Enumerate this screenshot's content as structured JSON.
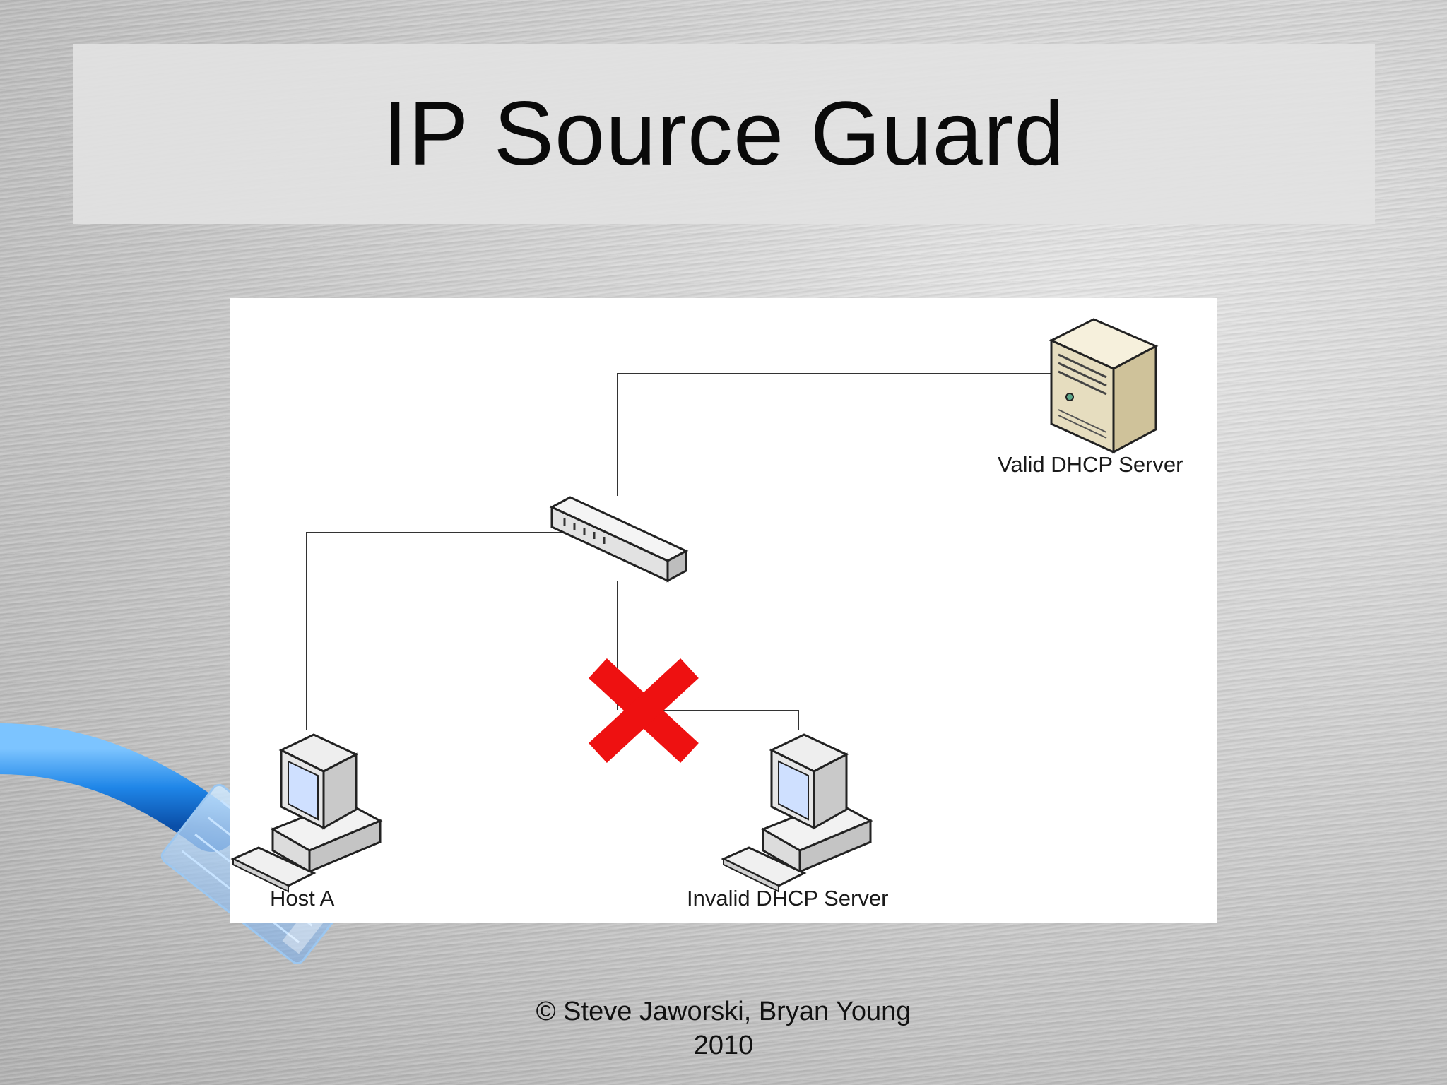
{
  "slide": {
    "title": "IP Source Guard",
    "footer_line1": "© Steve Jaworski, Bryan Young",
    "footer_line2": "2010"
  },
  "diagram": {
    "nodes": [
      {
        "id": "valid-dhcp-server",
        "label": "Valid DHCP Server",
        "icon": "server-tower-icon"
      },
      {
        "id": "switch",
        "label": "",
        "icon": "network-switch-icon"
      },
      {
        "id": "host-a",
        "label": "Host A",
        "icon": "desktop-computer-icon"
      },
      {
        "id": "invalid-dhcp-server",
        "label": "Invalid DHCP Server",
        "icon": "desktop-computer-icon"
      }
    ],
    "edges": [
      {
        "from": "switch",
        "to": "valid-dhcp-server"
      },
      {
        "from": "switch",
        "to": "host-a"
      },
      {
        "from": "switch",
        "to": "invalid-dhcp-server",
        "blocked": true
      }
    ],
    "block_marker": {
      "icon": "red-x-icon",
      "color": "#ee1111"
    }
  }
}
